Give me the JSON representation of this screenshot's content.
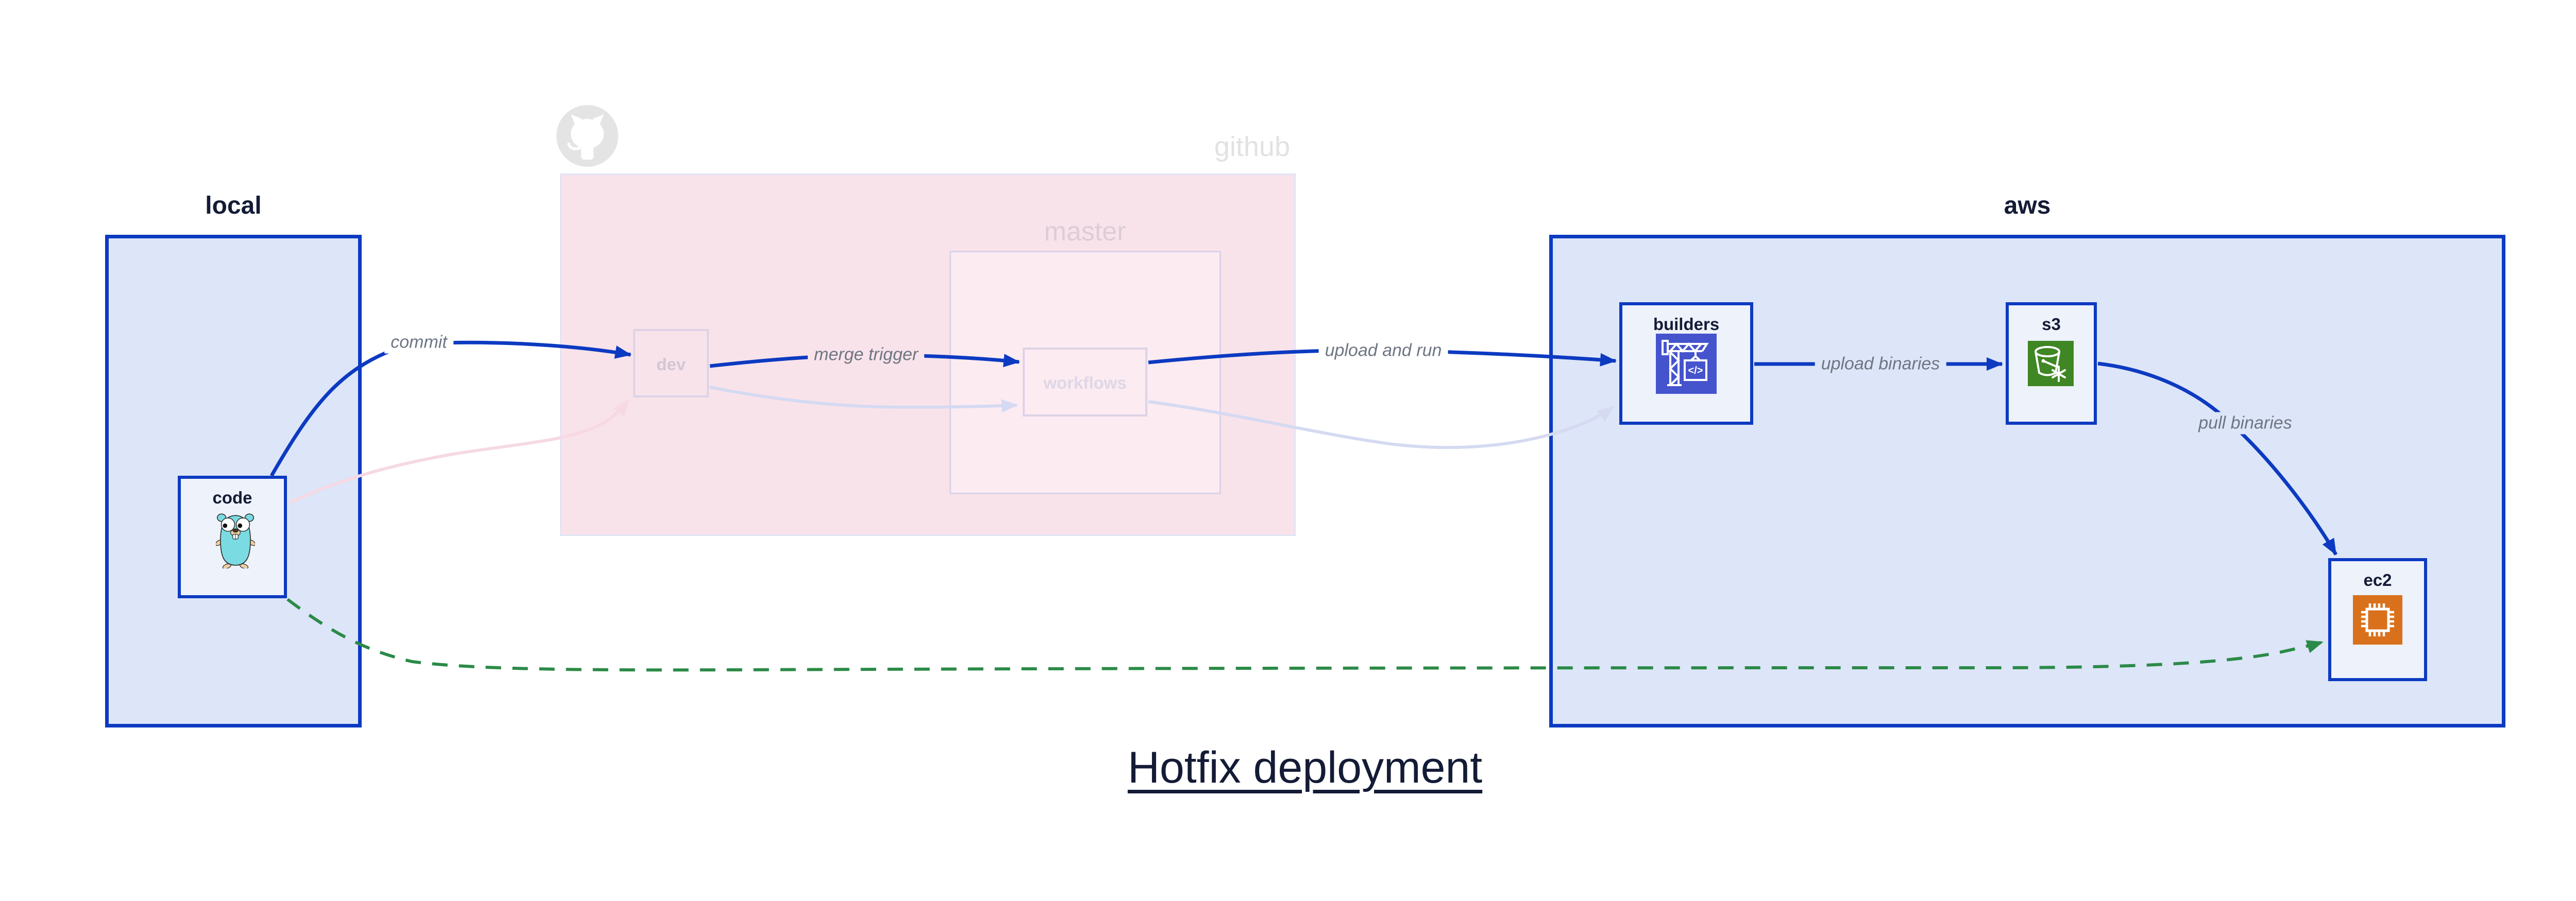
{
  "title": "Hotfix deployment",
  "regions": {
    "local": {
      "label": "local"
    },
    "github": {
      "label": "github"
    },
    "master": {
      "label": "master"
    },
    "aws": {
      "label": "aws"
    }
  },
  "nodes": {
    "code": {
      "label": "code"
    },
    "dev": {
      "label": "dev"
    },
    "workflows": {
      "label": "workflows"
    },
    "builders": {
      "label": "builders"
    },
    "s3": {
      "label": "s3"
    },
    "ec2": {
      "label": "ec2"
    }
  },
  "edges": {
    "commit": {
      "label": "commit"
    },
    "merge_trigger": {
      "label": "merge trigger"
    },
    "upload_and_run": {
      "label": "upload and run"
    },
    "upload_binaries": {
      "label": "upload binaries"
    },
    "pull_binaries": {
      "label": "pull binaries"
    }
  },
  "icons": {
    "codebuild_glyph": "</>"
  },
  "colors": {
    "active_edge_blue": "#0c3ac1",
    "hotfix_green": "#2b8a47",
    "faded_pink_edge": "#f6d9e2",
    "faded_lavender_edge": "#d5daf2",
    "container_fill": "#dde5f8",
    "node_fill": "#eef2fb",
    "github_fill": "#f9e3ea",
    "codebuild_indigo": "#4554cd",
    "s3_green": "#3f8624",
    "ec2_orange": "#d9711c",
    "gopher_teal": "#7bdbe2"
  }
}
